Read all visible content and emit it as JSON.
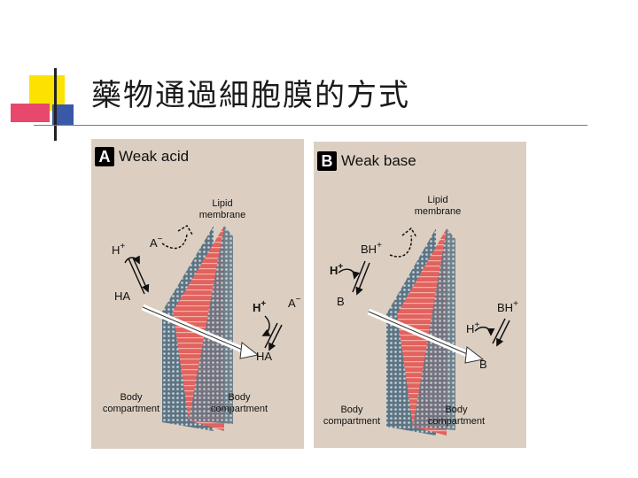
{
  "slide": {
    "title": "藥物通過細胞膜的方式"
  },
  "panel_a": {
    "badge": "A",
    "title": "Weak acid",
    "membrane_label": "Lipid\nmembrane",
    "left_compartment": "Body\ncompartment",
    "right_compartment": "Body\ncompartment",
    "left": {
      "cation": "H",
      "anion": "A",
      "neutral": "HA"
    },
    "right": {
      "cation": "H",
      "anion": "A",
      "neutral": "HA"
    }
  },
  "panel_b": {
    "badge": "B",
    "title": "Weak base",
    "membrane_label": "Lipid\nmembrane",
    "left_compartment": "Body\ncompartment",
    "right_compartment": "Body\ncompartment",
    "left": {
      "proton": "H",
      "ion": "BH",
      "neutral": "B"
    },
    "right": {
      "proton": "H",
      "ion": "BH",
      "neutral": "B"
    }
  },
  "colors": {
    "panel_bg": "#dccfc2",
    "membrane_red": "#e2625e",
    "membrane_slate": "#5d7483",
    "deco_yellow": "#fbe200",
    "deco_blue": "#3958a8",
    "deco_red": "#e7486c"
  }
}
